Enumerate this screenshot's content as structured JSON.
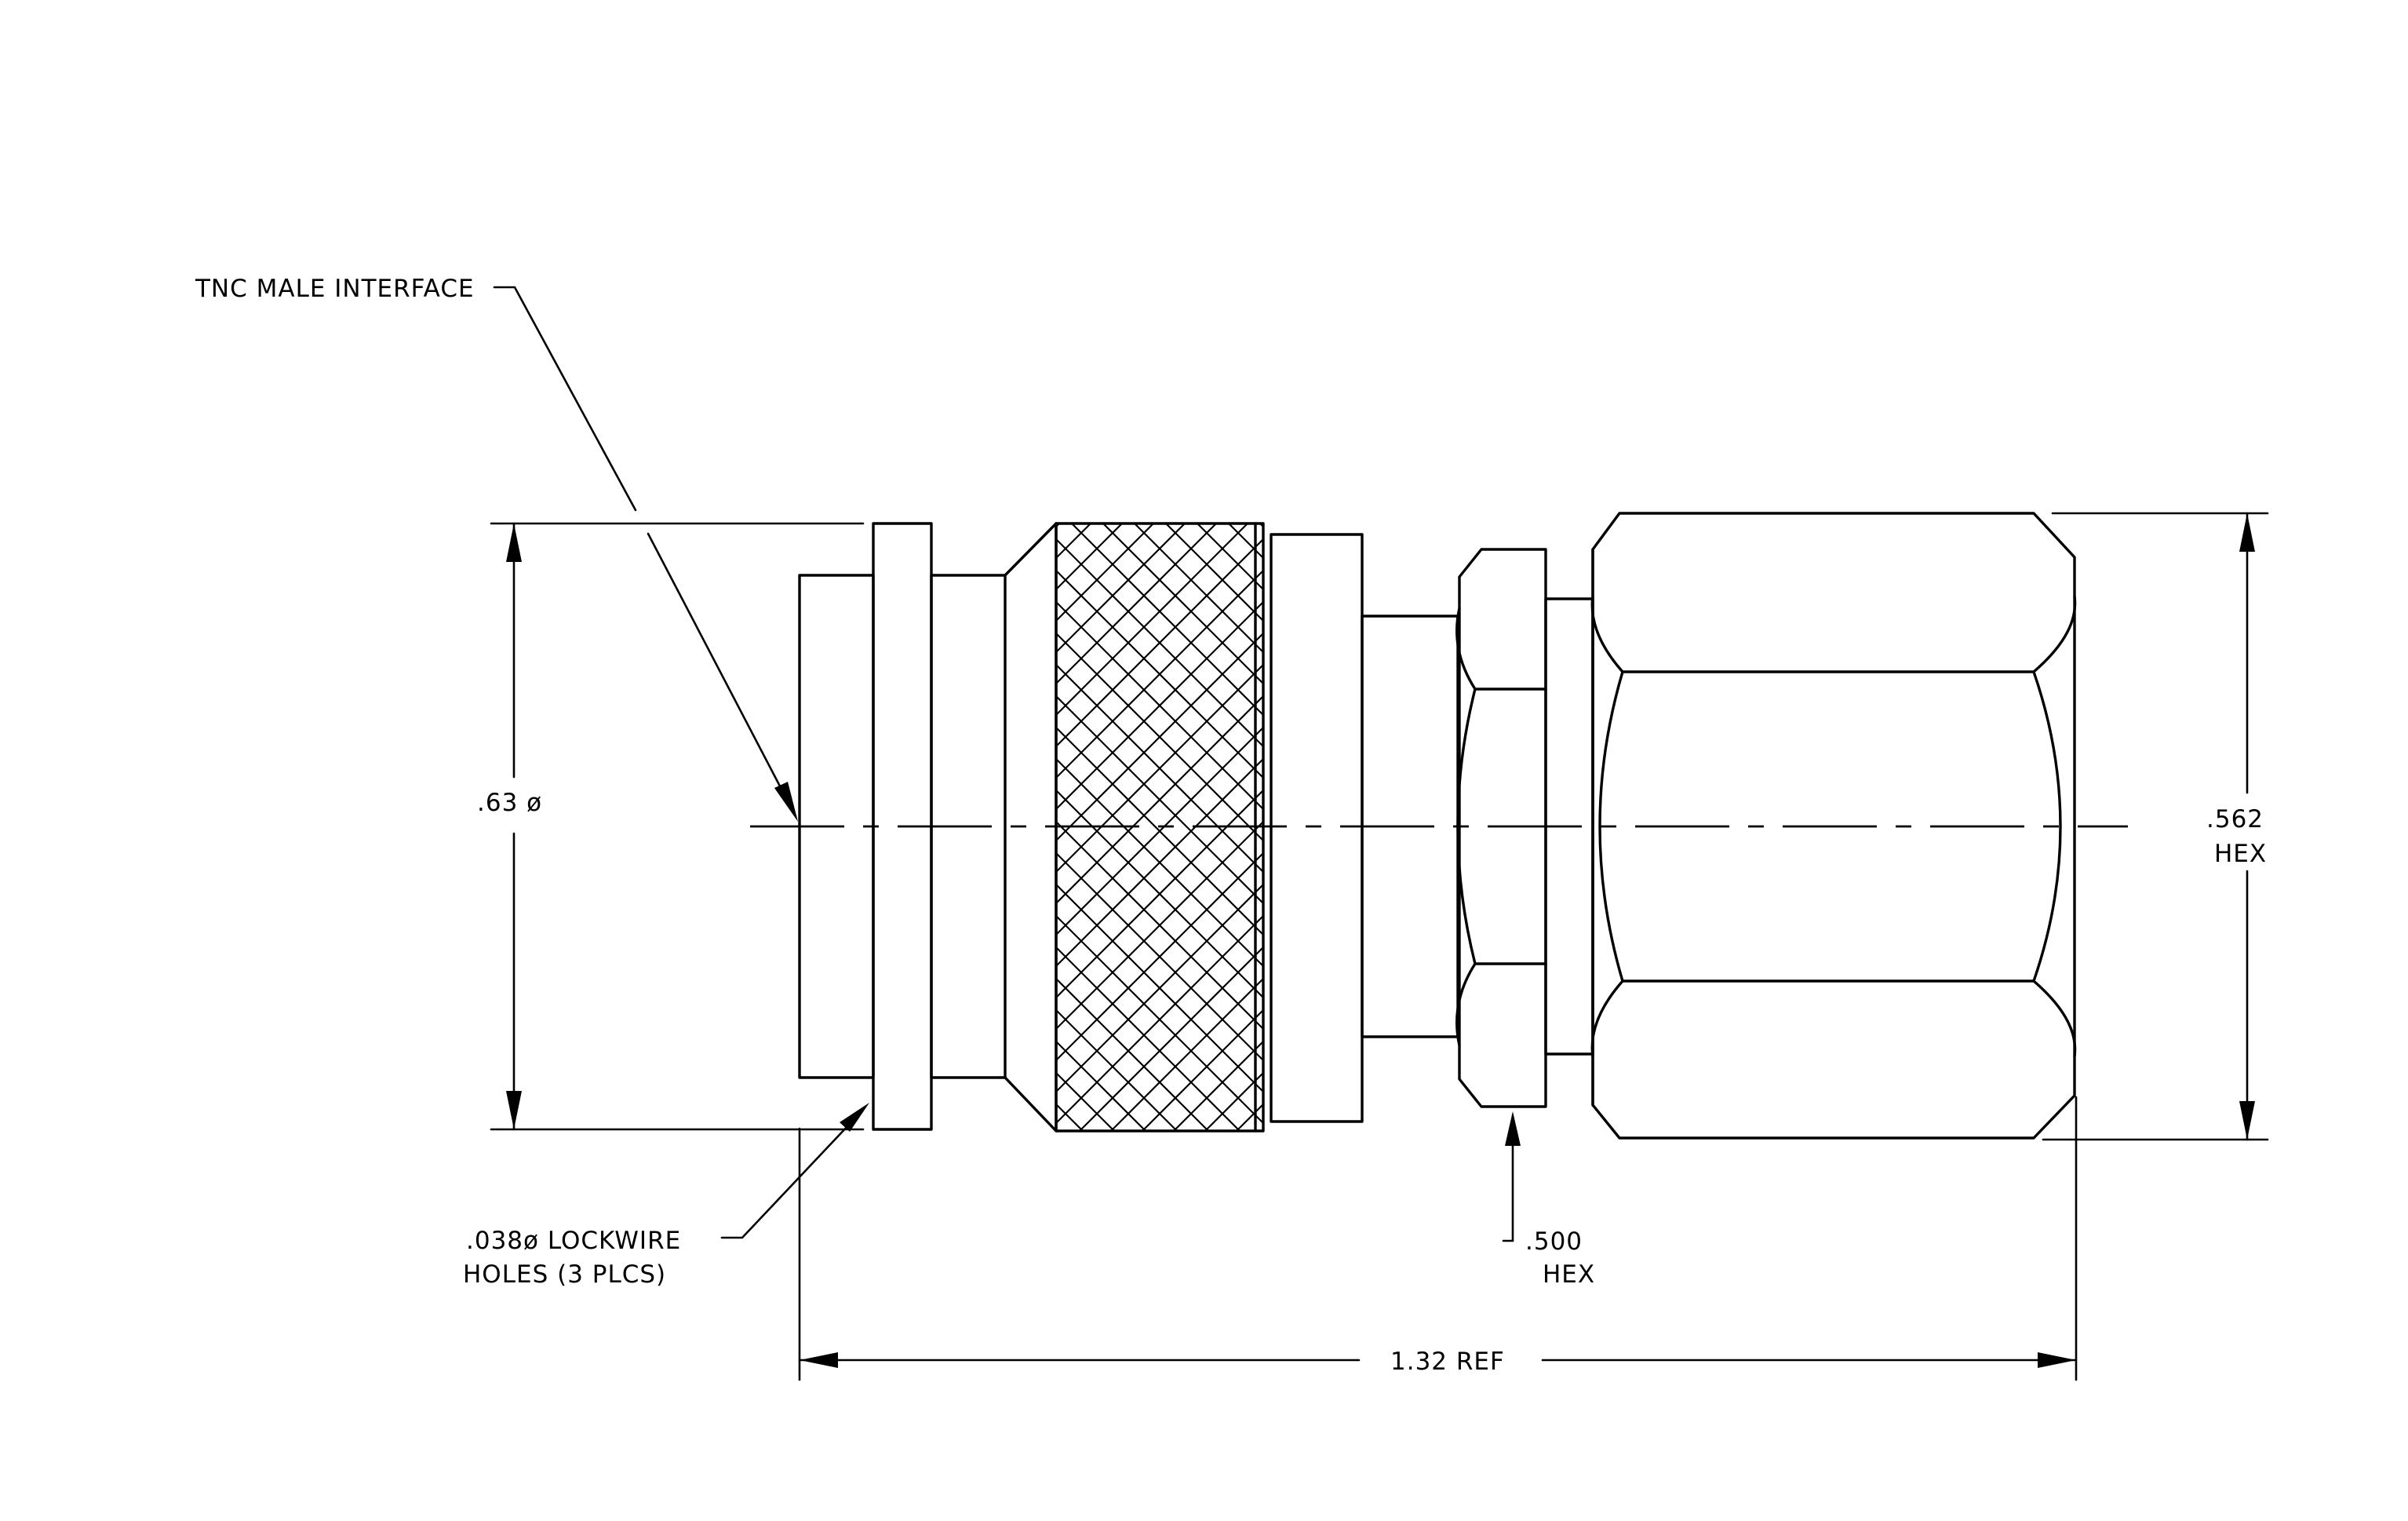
{
  "labels": {
    "tnc_interface": "TNC MALE INTERFACE",
    "diameter": ".63 ø",
    "lockwire_line1": ".038ø LOCKWIRE",
    "lockwire_line2": "HOLES (3 PLCS)",
    "small_hex_value": ".500",
    "small_hex_word": "HEX",
    "large_hex_value": ".562",
    "large_hex_word": "HEX",
    "overall_length": "1.32 REF"
  }
}
